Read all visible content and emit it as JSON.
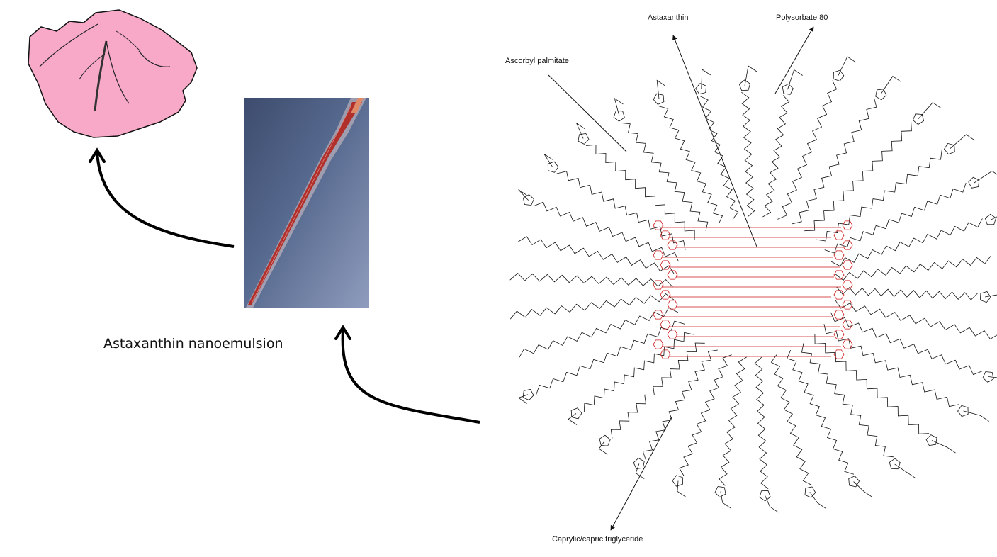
{
  "figure": {
    "main_label": "Astaxanthin nanoemulsion",
    "component_labels": {
      "astaxanthin": "Astaxanthin",
      "polysorbate": "Polysorbate 80",
      "ascorbyl": "Ascorbyl palmitate",
      "caprylic": "Caprylic/capric triglyceride"
    },
    "icons": {
      "tissue": "skin-tissue-icon",
      "pipette_photo": "pipette-photo",
      "micelle": "micelle-structure-diagram"
    },
    "colors": {
      "tissue_fill": "#f8a9c8",
      "core_red": "#cc1a1a",
      "outline": "#111111"
    }
  }
}
